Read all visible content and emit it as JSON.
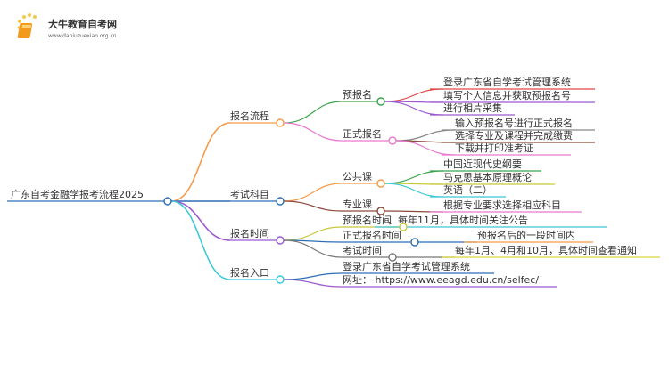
{
  "logo": {
    "title": "大牛教育自考网",
    "url": "www.daniuzuexiao.org.cn"
  },
  "root": "广东自考金融学报考流程2025",
  "branches": [
    {
      "label": "报名流程",
      "color": "#f59a4a",
      "children": [
        {
          "label": "预报名",
          "color": "#3aa34a",
          "leaves": [
            "登录广东省自学考试管理系统",
            "填写个人信息并获取预报名号",
            "进行相片采集"
          ]
        },
        {
          "label": "正式报名",
          "color": "#e87ad0",
          "leaves": [
            "输入预报名号进行正式报名",
            "选择专业及课程并完成缴费",
            "下载并打印准考证"
          ]
        }
      ]
    },
    {
      "label": "考试科目",
      "color": "#2f6db5",
      "children": [
        {
          "label": "公共课",
          "color": "#f59a4a",
          "leaves": [
            "中国近现代史纲要",
            "马克思基本原理概论",
            "英语（二）"
          ]
        },
        {
          "label": "专业课",
          "color": "#8b4a3a",
          "leaves": [
            "根据专业要求选择相应科目"
          ]
        }
      ]
    },
    {
      "label": "报名时间",
      "color": "#9b59d0",
      "children": [
        {
          "label": "预报名时间",
          "color": "#c8c83a",
          "leaves": [
            "、每年11月，具体时间关注公告"
          ]
        },
        {
          "label": "正式报名时间",
          "color": "#2f6db5",
          "leaves": [
            "预报名后的一段时间内"
          ]
        },
        {
          "label": "考试时间",
          "color": "#777777",
          "leaves": [
            "每年1月、4月和10月，具体时间查看通知"
          ]
        }
      ]
    },
    {
      "label": "报名入口",
      "color": "#3cc8d8",
      "children": [
        {
          "label": "登录广东省自学考试管理系统",
          "color": "#2f6db5",
          "leaves": []
        },
        {
          "label": "网址： https://www.eeagd.edu.cn/selfec/",
          "color": "#9b59d0",
          "leaves": []
        }
      ]
    }
  ]
}
